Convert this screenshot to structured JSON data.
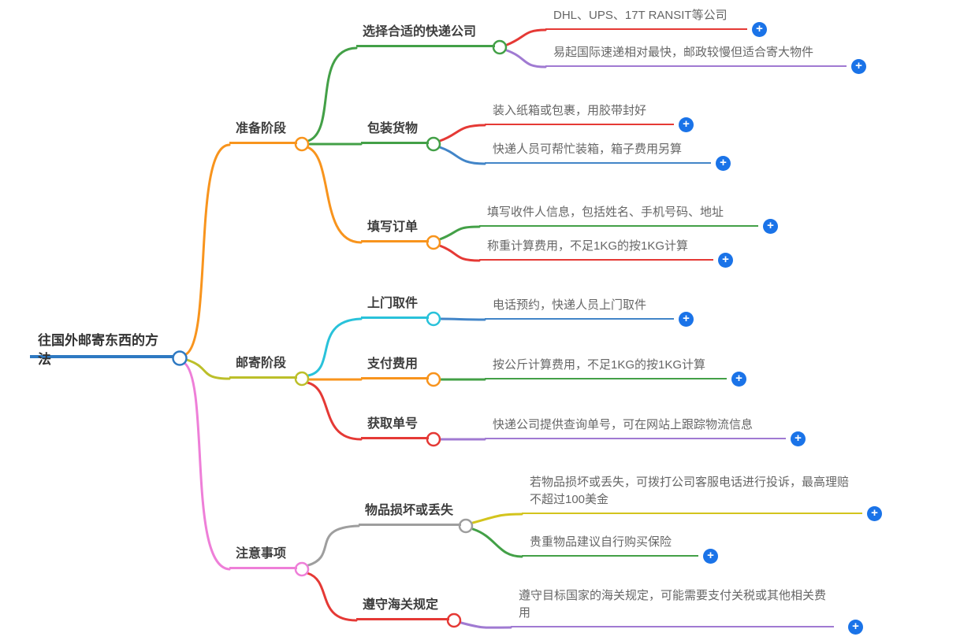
{
  "ui": {
    "add_button_label": "+",
    "add_button_color": "#1a73e8",
    "background_color": "#ffffff"
  },
  "root": {
    "label": "往国外邮寄东西的方法",
    "color": "#2e79c2"
  },
  "branches": [
    {
      "label": "准备阶段",
      "color": "#f8941d",
      "children": [
        {
          "label": "选择合适的快递公司",
          "color": "#43a047",
          "leaves": [
            {
              "text": "DHL、UPS、17T RANSIT等公司",
              "color": "#e53935"
            },
            {
              "text": "易起国际速递相对最快，邮政较慢但适合寄大物件",
              "color": "#a07ad2"
            }
          ]
        },
        {
          "label": "包装货物",
          "color": "#43a047",
          "leaves": [
            {
              "text": "装入纸箱或包裹，用胶带封好",
              "color": "#e53935"
            },
            {
              "text": "快递人员可帮忙装箱，箱子费用另算",
              "color": "#4285c8"
            }
          ]
        },
        {
          "label": "填写订单",
          "color": "#f8941d",
          "leaves": [
            {
              "text": "填写收件人信息，包括姓名、手机号码、地址",
              "color": "#43a047"
            },
            {
              "text": "称重计算费用，不足1KG的按1KG计算",
              "color": "#e53935"
            }
          ]
        }
      ]
    },
    {
      "label": "邮寄阶段",
      "color": "#bcbf2a",
      "children": [
        {
          "label": "上门取件",
          "color": "#29c2da",
          "leaves": [
            {
              "text": "电话预约，快递人员上门取件",
              "color": "#4285c8"
            }
          ]
        },
        {
          "label": "支付费用",
          "color": "#f8941d",
          "leaves": [
            {
              "text": "按公斤计算费用，不足1KG的按1KG计算",
              "color": "#43a047"
            }
          ]
        },
        {
          "label": "获取单号",
          "color": "#e53935",
          "leaves": [
            {
              "text": "快递公司提供查询单号，可在网站上跟踪物流信息",
              "color": "#a07ad2"
            }
          ]
        }
      ]
    },
    {
      "label": "注意事项",
      "color": "#ee7fd8",
      "children": [
        {
          "label": "物品损坏或丢失",
          "color": "#9e9e9e",
          "leaves": [
            {
              "text": "若物品损坏或丢失，可拨打公司客服电话进行投诉，最高理赔不超过100美金",
              "color": "#d3c41d"
            },
            {
              "text": "贵重物品建议自行购买保险",
              "color": "#43a047"
            }
          ]
        },
        {
          "label": "遵守海关规定",
          "color": "#e53935",
          "leaves": [
            {
              "text": "遵守目标国家的海关规定，可能需要支付关税或其他相关费用",
              "color": "#a07ad2"
            }
          ]
        }
      ]
    }
  ]
}
